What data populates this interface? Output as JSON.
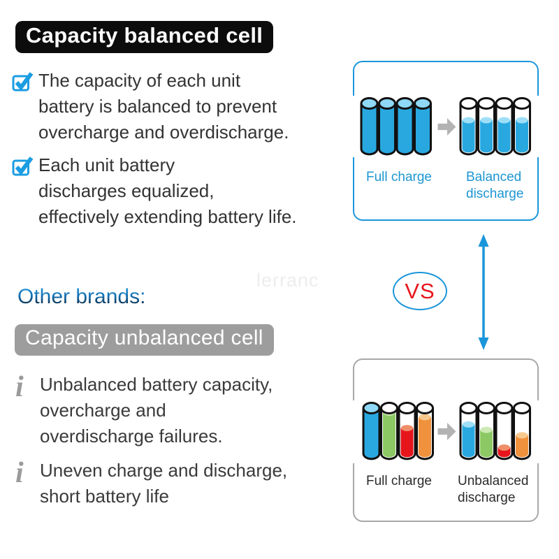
{
  "watermark": "lerranc",
  "balanced_section": {
    "title": "Capacity balanced cell",
    "bullets": [
      {
        "lines": [
          "The capacity of each unit",
          "battery is balanced to prevent",
          "overcharge and overdischarge."
        ]
      },
      {
        "lines": [
          "Each unit battery",
          "discharges equalized,",
          "effectively extending battery life."
        ]
      }
    ],
    "box": {
      "full_label": "Full charge",
      "discharge_label_lines": [
        "Balanced",
        "discharge"
      ],
      "border_color": "#1b96da",
      "label_color": "#1e96d2",
      "full_batteries": [
        {
          "color": "#29a8e0",
          "surface": "#8fd8f6",
          "fill": 1
        },
        {
          "color": "#29a8e0",
          "surface": "#8fd8f6",
          "fill": 1
        },
        {
          "color": "#29a8e0",
          "surface": "#8fd8f6",
          "fill": 1
        },
        {
          "color": "#29a8e0",
          "surface": "#8fd8f6",
          "fill": 1
        }
      ],
      "discharged_batteries": [
        {
          "color": "#29a8e0",
          "surface": "#9edff7",
          "fill": 0.63
        },
        {
          "color": "#29a8e0",
          "surface": "#9edff7",
          "fill": 0.63
        },
        {
          "color": "#29a8e0",
          "surface": "#9edff7",
          "fill": 0.63
        },
        {
          "color": "#29a8e0",
          "surface": "#9edff7",
          "fill": 0.63
        }
      ]
    }
  },
  "vs": {
    "text": "VS",
    "text_color": "#e8161d",
    "ring_color": "#1b96da"
  },
  "unbalanced_section": {
    "intro": "Other brands:",
    "title": "Capacity unbalanced cell",
    "bullets": [
      {
        "lines": [
          "Unbalanced battery capacity,",
          "overcharge and",
          "overdischarge failures."
        ]
      },
      {
        "lines": [
          "Uneven charge and discharge,",
          "short battery life"
        ]
      }
    ],
    "box": {
      "full_label": "Full charge",
      "discharge_label_lines": [
        "Unbalanced",
        "discharge"
      ],
      "border_color": "#a8a8a8",
      "label_color": "#2b2b2b",
      "full_batteries": [
        {
          "color": "#29a8e0",
          "surface": "#8fd8f6",
          "fill": 1
        },
        {
          "color": "#8cc863",
          "surface": "#cde9b4",
          "fill": 0.9
        },
        {
          "color": "#e6151c",
          "surface": "#ef8f6a",
          "fill": 0.56
        },
        {
          "color": "#f0923d",
          "surface": "#f8c98e",
          "fill": 0.8
        }
      ],
      "discharged_batteries": [
        {
          "color": "#29a8e0",
          "surface": "#9edff7",
          "fill": 0.64
        },
        {
          "color": "#8cc863",
          "surface": "#cde9b4",
          "fill": 0.52
        },
        {
          "color": "#e6151c",
          "surface": "#ef8f6a",
          "fill": 0.13
        },
        {
          "color": "#f0923d",
          "surface": "#f8c98e",
          "fill": 0.4
        }
      ]
    }
  },
  "colors": {
    "check_blue": "#1b9de2",
    "body_text": "#333333",
    "info_gray": "#9b9b9b",
    "arrow_gray": "#b3b3b3",
    "black_title_bg": "#0c0c0c",
    "gray_title_bg": "#9d9d9d"
  }
}
